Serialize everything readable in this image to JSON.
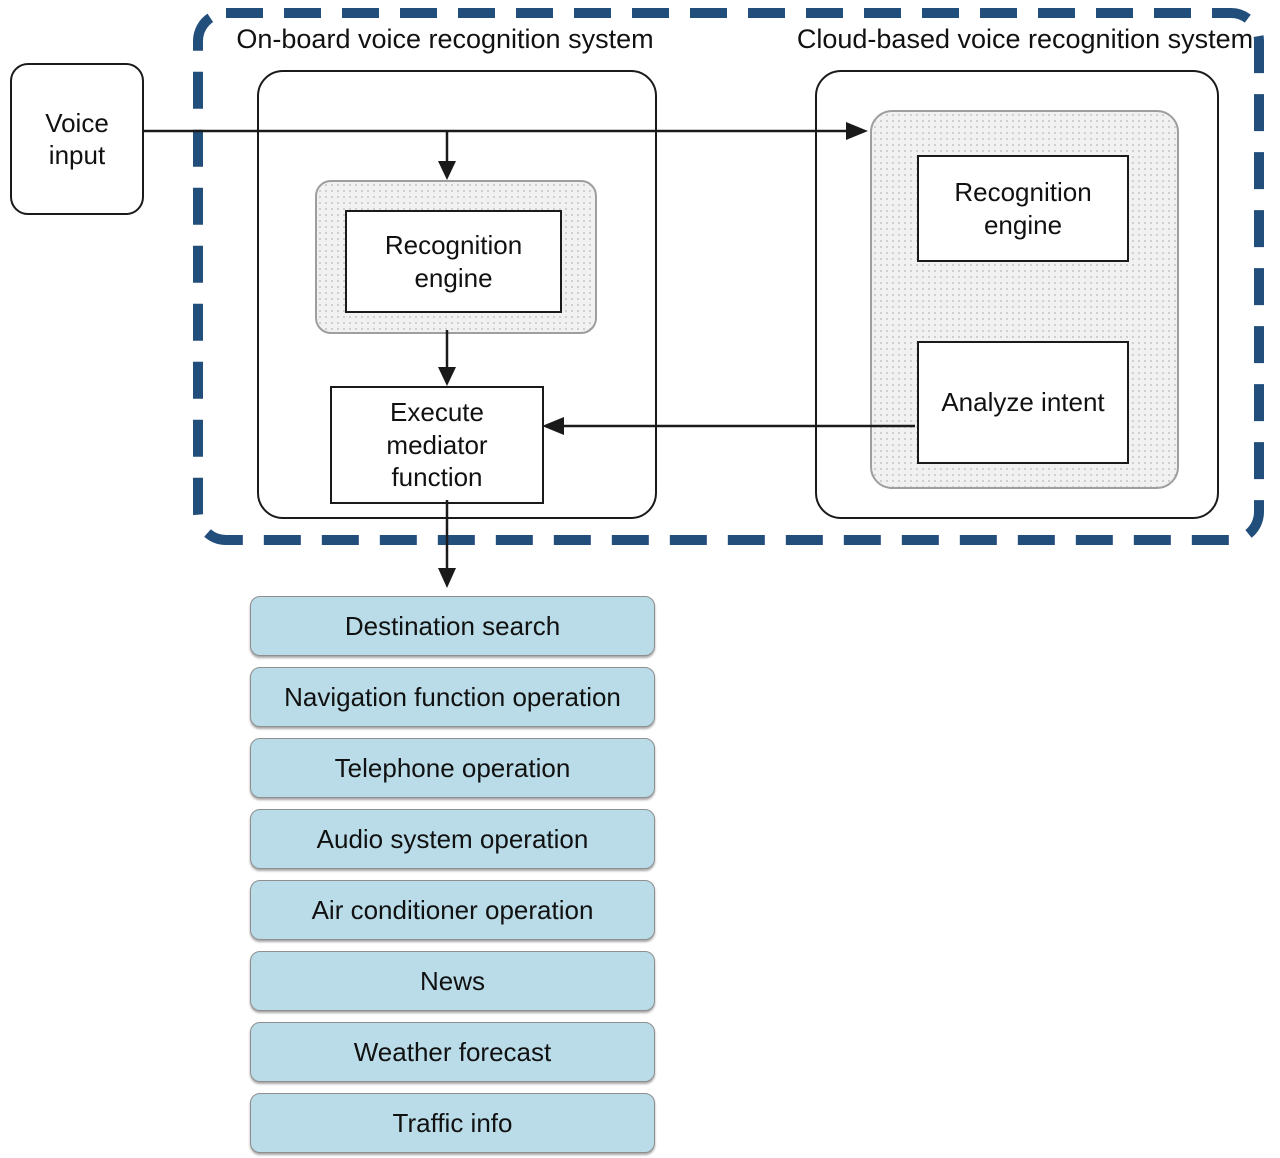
{
  "colors": {
    "dashed_border": "#224e7c",
    "function_fill": "#b9dce8",
    "pattern_fill": "#f1f1f1",
    "pattern_dot": "#cfcfcf"
  },
  "diagram": {
    "voice_input": "Voice\ninput",
    "onboard": {
      "title": "On-board voice recognition system",
      "recognition_engine": "Recognition\nengine",
      "execute_mediator": "Execute\nmediator\nfunction"
    },
    "cloud": {
      "title": "Cloud-based voice recognition system",
      "recognition_engine": "Recognition\nengine",
      "analyze_intent": "Analyze intent"
    },
    "functions": [
      "Destination search",
      "Navigation function operation",
      "Telephone operation",
      "Audio system operation",
      "Air conditioner operation",
      "News",
      "Weather forecast",
      "Traffic info"
    ]
  }
}
